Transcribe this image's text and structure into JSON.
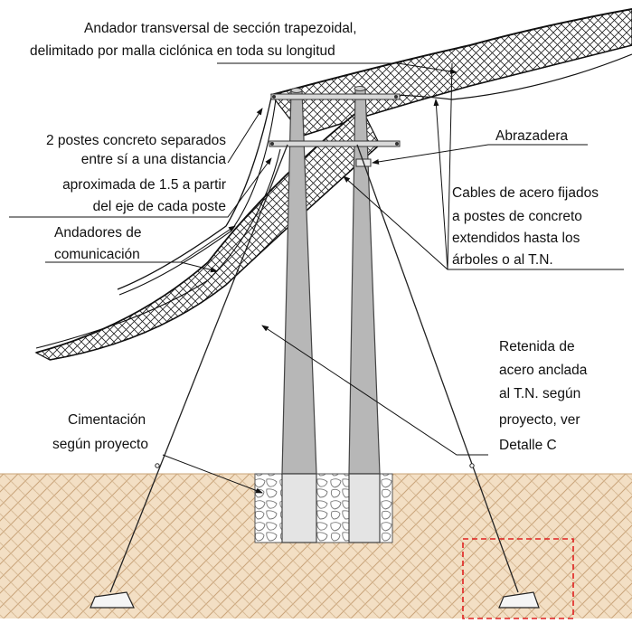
{
  "labels": {
    "andador_line1": "Andador transversal de sección trapezoidal,",
    "andador_line2": "delimitado por malla ciclónica en toda su longitud",
    "postes_line1": "2 postes concreto separados",
    "postes_line2": "entre sí a una distancia",
    "postes_line3": "aproximada de 1.5 a partir",
    "postes_line4": "del eje de cada poste",
    "abrazadera": "Abrazadera",
    "cables_line1": "Cables de acero fijados",
    "cables_line2": "a postes de concreto",
    "cables_line3": "extendidos hasta los",
    "cables_line4": "árboles o al T.N.",
    "andadores_line1": "Andadores de",
    "andadores_line2": "comunicación",
    "retenida_line1": "Retenida de",
    "retenida_line2": "acero anclada",
    "retenida_line3": "al T.N. según",
    "retenida_line4": "proyecto, ver",
    "retenida_line5": "Detalle C",
    "cimentacion_line1": "Cimentación",
    "cimentacion_line2": "según proyecto"
  },
  "colors": {
    "ground": "#f1dcc0",
    "ground_hatch": "#c9a47a",
    "pole_upper": "#b7b7b7",
    "pole_base": "#e4e4e4",
    "mesh": "#222222",
    "detail_box": "#e02020"
  }
}
